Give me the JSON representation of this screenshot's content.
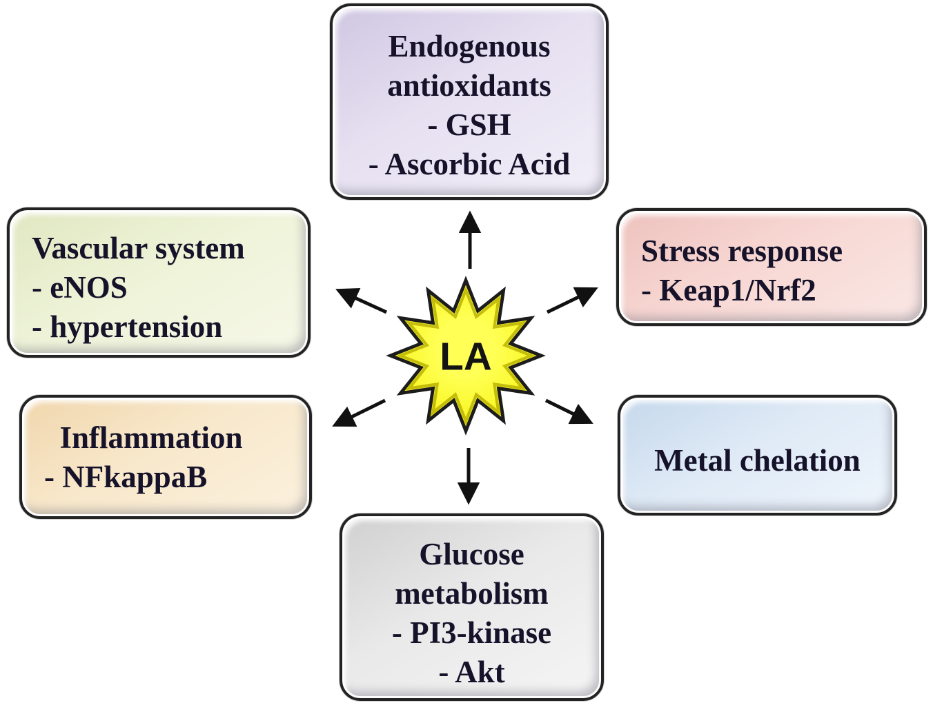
{
  "colors": {
    "background": "#ffffff",
    "text": "#151229",
    "arrow": "#111111",
    "box_border": "#232323"
  },
  "center": {
    "label": "LA",
    "fill_top": "#ffff55",
    "fill": "#f5f203",
    "bevel": "#b7ae00",
    "outline": "#1c1c1c"
  },
  "boxes": [
    {
      "id": "endogenous-antioxidants",
      "text": "Endogenous\nantioxidants\n- GSH\n- Ascorbic Acid",
      "bg": {
        "top": "#cfc7e2",
        "mid": "#e6e0f1",
        "bot": "#f2eff8"
      }
    },
    {
      "id": "vascular-system",
      "text": "Vascular system\n- eNOS\n- hypertension",
      "bg": {
        "top": "#e0e7c0",
        "mid": "#eef3d8",
        "bot": "#f6f8e8"
      }
    },
    {
      "id": "stress-response",
      "text": "Stress response\n- Keap1/Nrf2",
      "bg": {
        "top": "#eec2bd",
        "mid": "#f7d7d3",
        "bot": "#fae8e5"
      }
    },
    {
      "id": "inflammation",
      "text": "  Inflammation\n- NFkappaB",
      "bg": {
        "top": "#f0d6ac",
        "mid": "#f8e8cb",
        "bot": "#fbf1de"
      }
    },
    {
      "id": "metal-chelation",
      "text": "Metal chelation",
      "bg": {
        "top": "#c5d8ec",
        "mid": "#dfeaf6",
        "bot": "#eef5fc"
      }
    },
    {
      "id": "glucose-metabolism",
      "text": "Glucose\nmetabolism\n- PI3-kinase\n- Akt",
      "bg": {
        "top": "#d0d0d0",
        "mid": "#e9e9e9",
        "bot": "#f5f5f5"
      }
    }
  ],
  "arrow_directions": [
    "up",
    "upper-left",
    "upper-right",
    "lower-left",
    "lower-right",
    "down"
  ]
}
